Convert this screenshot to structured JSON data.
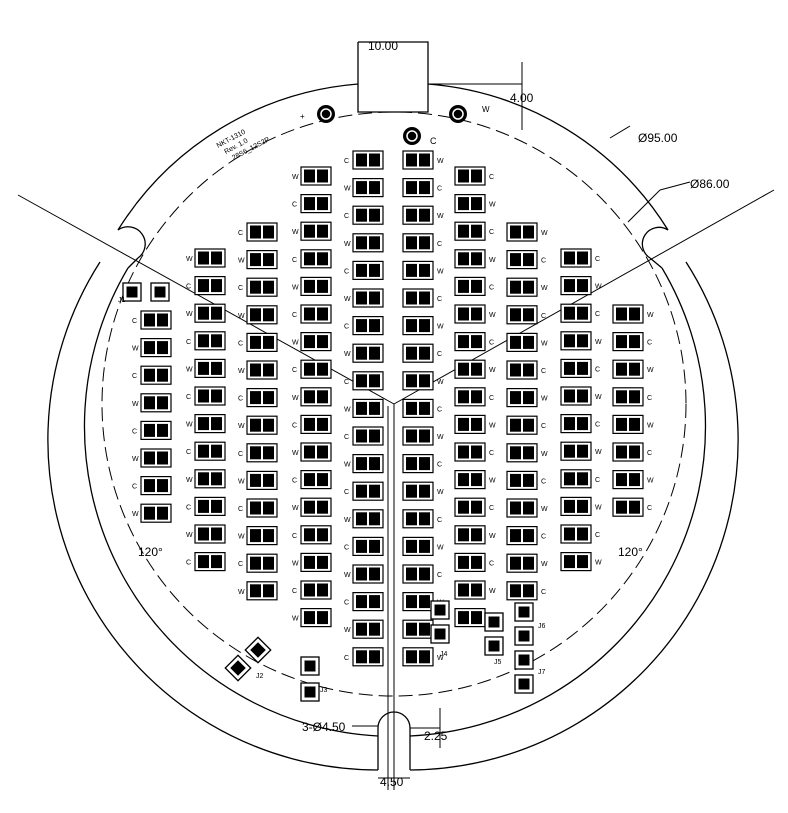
{
  "board": {
    "model": "NKT-1310",
    "rev": "Rev. 1.0",
    "config": "28S6_12S2P"
  },
  "dimensions": {
    "slot_width": "10.00",
    "slot_depth": "4.00",
    "outer_diameter": "Ø95.00",
    "inner_diameter": "Ø86.00",
    "hole_spec": "3-Ø4.50",
    "bottom_depth": "2.25",
    "bottom_width": "4.50",
    "angle_left": "120°",
    "angle_right": "120°"
  },
  "terminals": {
    "top_center": "C",
    "top_right": "W",
    "top_left": "+"
  },
  "connectors": {
    "j1": "J1",
    "j2": "J2",
    "j3": "J3",
    "j4": "J4",
    "j5": "J5",
    "j6": "J6",
    "j7": "J7"
  },
  "pad_labels": {
    "c": "C",
    "w": "W"
  }
}
